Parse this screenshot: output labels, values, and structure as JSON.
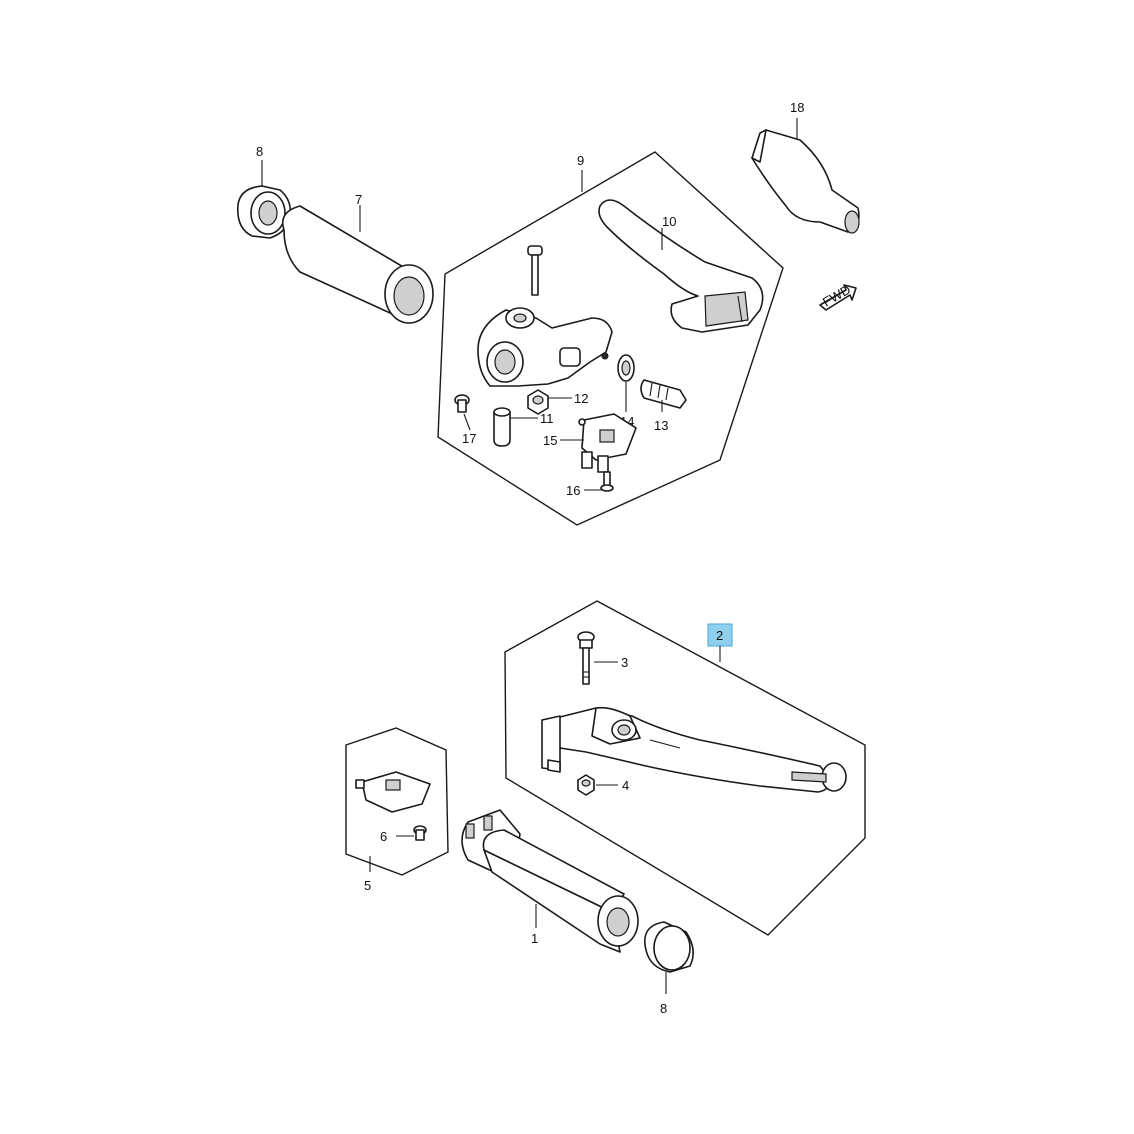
{
  "diagram": {
    "labels": {
      "p1": "1",
      "p2": "2",
      "p3": "3",
      "p4": "4",
      "p5": "5",
      "p6": "6",
      "p7": "7",
      "p8_top": "8",
      "p8_bottom": "8",
      "p9": "9",
      "p10": "10",
      "p11": "11",
      "p12": "12",
      "p13": "13",
      "p14": "14",
      "p15": "15",
      "p16": "16",
      "p17": "17",
      "p18": "18"
    },
    "fwd_mark": "FWD",
    "highlight_color": "#8fd0ee"
  }
}
